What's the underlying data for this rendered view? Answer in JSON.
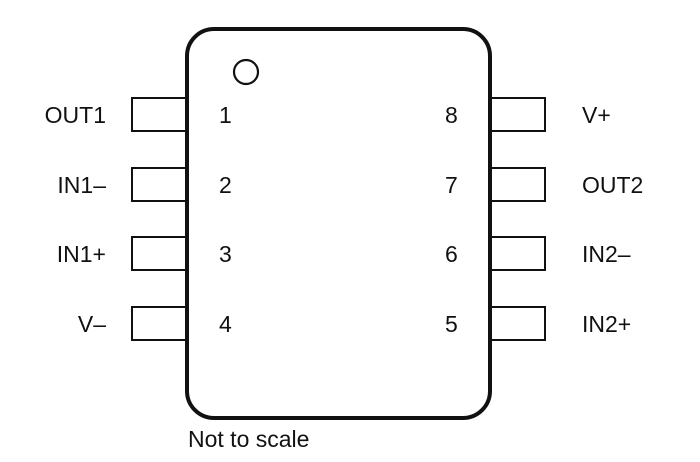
{
  "package": {
    "left_pins": [
      {
        "number": "1",
        "name": "OUT1"
      },
      {
        "number": "2",
        "name": "IN1–"
      },
      {
        "number": "3",
        "name": "IN1+"
      },
      {
        "number": "4",
        "name": "V–"
      }
    ],
    "right_pins": [
      {
        "number": "8",
        "name": "V+"
      },
      {
        "number": "7",
        "name": "OUT2"
      },
      {
        "number": "6",
        "name": "IN2–"
      },
      {
        "number": "5",
        "name": "IN2+"
      }
    ]
  },
  "caption": "Not to scale",
  "colors": {
    "stroke": "#111111",
    "background": "#ffffff"
  }
}
